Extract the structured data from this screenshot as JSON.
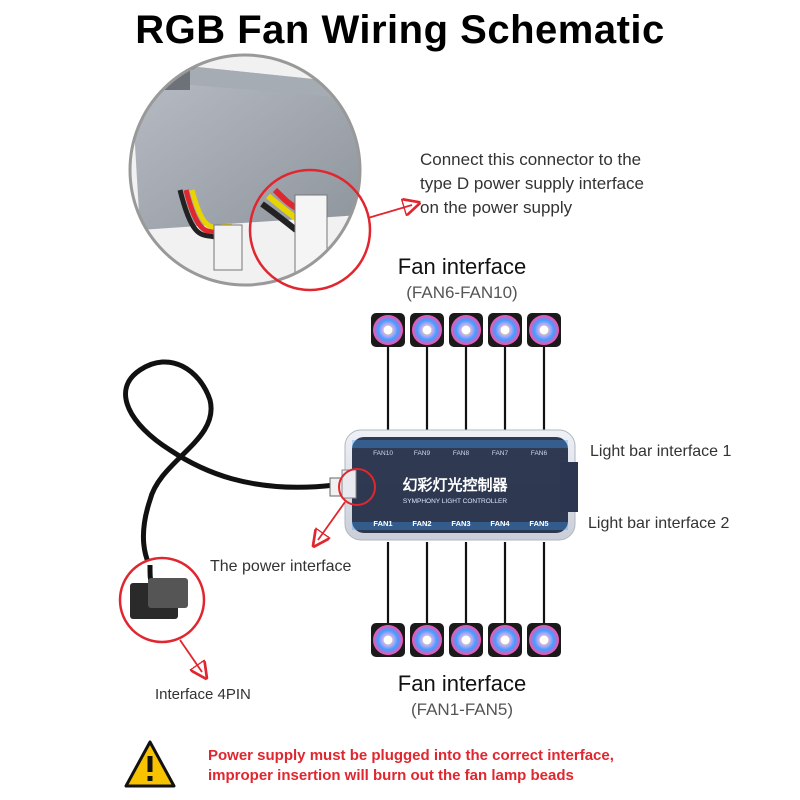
{
  "title": "RGB Fan Wiring Schematic",
  "psu_callout": {
    "lines": [
      "Connect this connector to the",
      "type D power supply interface",
      "on the power supply"
    ]
  },
  "fan_top": {
    "title": "Fan interface",
    "range": "(FAN6-FAN10)"
  },
  "fan_bottom": {
    "title": "Fan interface",
    "range": "(FAN1-FAN5)"
  },
  "controller": {
    "chinese_label": "幻彩灯光控制器",
    "english_label": "SYMPHONY LIGHT CONTROLLER",
    "top_ports": [
      "FAN10",
      "FAN9",
      "FAN8",
      "FAN7",
      "FAN6"
    ],
    "bottom_ports": [
      "FAN1",
      "FAN2",
      "FAN3",
      "FAN4",
      "FAN5"
    ]
  },
  "light_bar_1": "Light bar interface 1",
  "light_bar_2": "Light bar interface 2",
  "power_interface": "The power interface",
  "interface_4pin": "Interface 4PIN",
  "warning": {
    "line1": "Power supply must be plugged into the correct interface,",
    "line2": "improper insertion will burn out the fan lamp beads"
  },
  "colors": {
    "accent_red": "#e0262e",
    "fan_glow": "#3fa0ff",
    "fan_pink": "#ff4fb0"
  }
}
